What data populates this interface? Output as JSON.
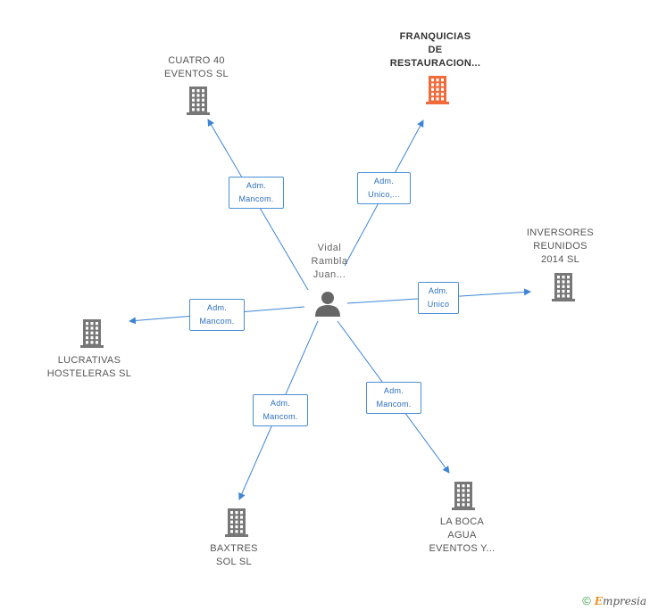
{
  "center": {
    "lines": [
      "Vidal",
      "Rambla",
      "Juan..."
    ],
    "icon": "person-icon"
  },
  "companies": [
    {
      "key": "cuatro40",
      "lines": [
        "CUATRO 40",
        "EVENTOS SL"
      ],
      "role": [
        "Adm.",
        "Mancom."
      ],
      "color": "#777777",
      "highlight": false
    },
    {
      "key": "franquicias",
      "lines": [
        "FRANQUICIAS",
        "DE",
        "RESTAURACION..."
      ],
      "role": [
        "Adm.",
        "Unico,..."
      ],
      "color": "#f06a3a",
      "highlight": true
    },
    {
      "key": "inversores",
      "lines": [
        "INVERSORES",
        "REUNIDOS",
        "2014  SL"
      ],
      "role": [
        "Adm.",
        "Unico"
      ],
      "color": "#777777",
      "highlight": false
    },
    {
      "key": "lucrativas",
      "lines": [
        "LUCRATIVAS",
        "HOSTELERAS SL"
      ],
      "role": [
        "Adm.",
        "Mancom."
      ],
      "color": "#777777",
      "highlight": false
    },
    {
      "key": "baxtres",
      "lines": [
        "BAXTRES",
        "SOL SL"
      ],
      "role": [
        "Adm.",
        "Mancom."
      ],
      "color": "#777777",
      "highlight": false
    },
    {
      "key": "laboca",
      "lines": [
        "LA BOCA",
        "AGUA",
        "EVENTOS Y..."
      ],
      "role": [
        "Adm.",
        "Mancom."
      ],
      "color": "#777777",
      "highlight": false
    }
  ],
  "colors": {
    "edge": "#3d85d6",
    "building": "#777777",
    "building_highlight": "#f06a3a",
    "person": "#666666"
  },
  "footer": {
    "copyright": "©",
    "brand_initial": "E",
    "brand_rest": "mpresia"
  }
}
